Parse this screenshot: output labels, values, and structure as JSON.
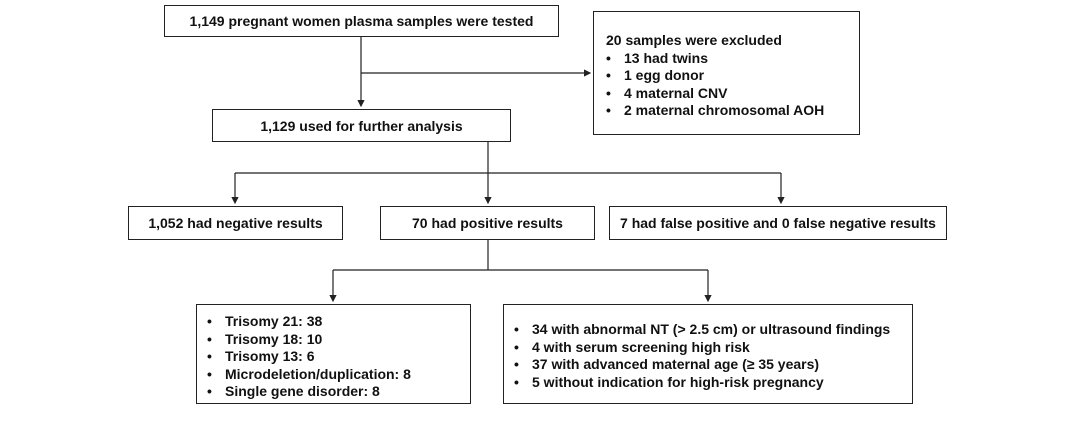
{
  "nodes": {
    "tested": "1,149 pregnant women plasma samples were tested",
    "excluded_title": "20 samples were excluded",
    "excluded_items": [
      "13 had twins",
      "1 egg donor",
      "4 maternal CNV",
      "2 maternal chromosomal AOH"
    ],
    "used": "1,129 used for further analysis",
    "negative": "1,052 had negative results",
    "positive": "70 had positive results",
    "false_results": "7 had false positive and 0 false negative results",
    "positive_types": [
      "Trisomy 21:  38",
      "Trisomy 18:  10",
      "Trisomy 13:  6",
      "Microdeletion/duplication:  8",
      "Single gene disorder:  8"
    ],
    "indications": [
      "34 with abnormal NT (> 2.5 cm) or ultrasound findings",
      "4 with serum screening high risk",
      "37 with advanced maternal age (≥ 35 years)",
      "5 without indication for high-risk pregnancy"
    ]
  },
  "bullet": "•"
}
